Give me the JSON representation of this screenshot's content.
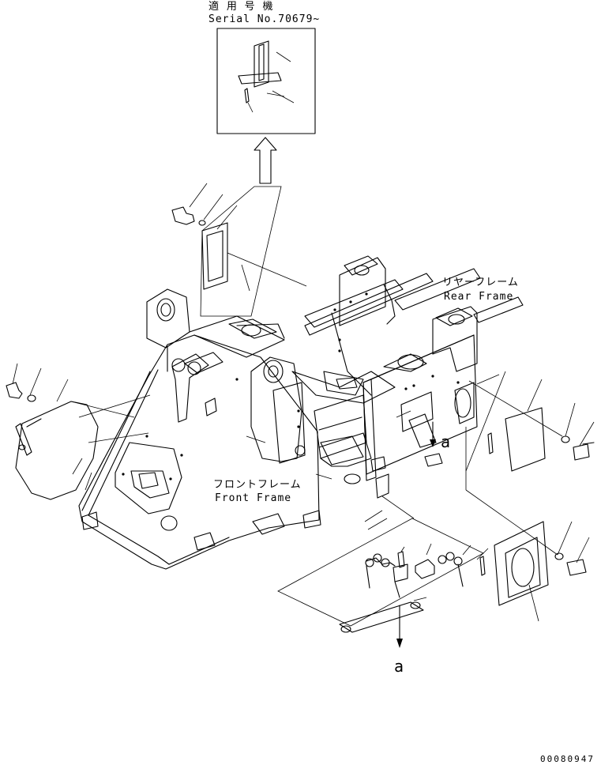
{
  "labels": {
    "serial_jp": "適 用 号 機",
    "serial_en": "Serial No.70679~",
    "rear_jp": "リヤーフレーム",
    "rear_en": "Rear Frame",
    "front_jp": "フロントフレーム",
    "front_en": "Front Frame",
    "marker_a1": "a",
    "marker_a2": "a",
    "drawing_no": "00080947"
  }
}
